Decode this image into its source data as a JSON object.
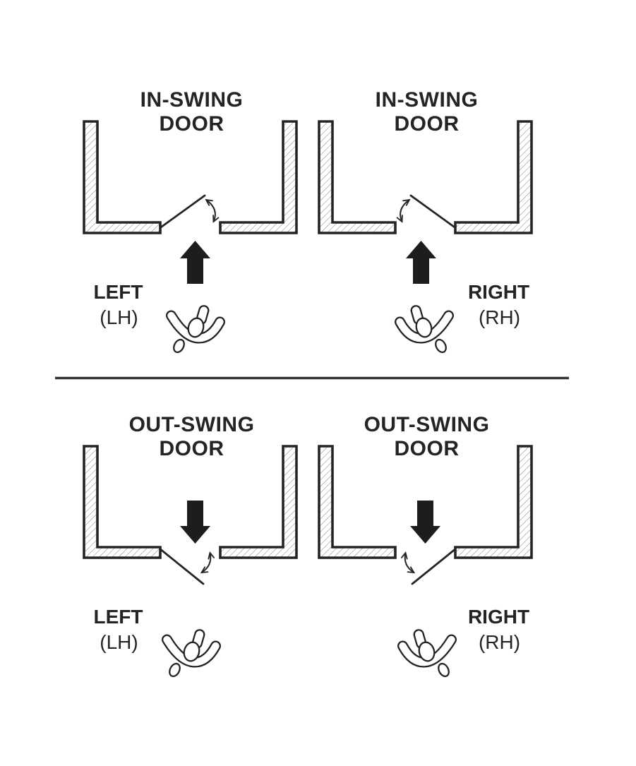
{
  "page": {
    "type": "door-handing-diagram",
    "background": "#ffffff"
  },
  "colors": {
    "ink": "#262324",
    "hatch_line": "#818181",
    "divider": "#333333",
    "arrow_fill": "#1d1d1d"
  },
  "panels": [
    {
      "id": "in-swing-left",
      "title_line1": "IN-SWING",
      "title_line2": "DOOR",
      "hand_label": "LEFT",
      "hand_abbr": "(LH)",
      "swing": "in",
      "hinge_side": "left",
      "approach_arrow": "up"
    },
    {
      "id": "in-swing-right",
      "title_line1": "IN-SWING",
      "title_line2": "DOOR",
      "hand_label": "RIGHT",
      "hand_abbr": "(RH)",
      "swing": "in",
      "hinge_side": "right",
      "approach_arrow": "up"
    },
    {
      "id": "out-swing-left",
      "title_line1": "OUT-SWING",
      "title_line2": "DOOR",
      "hand_label": "LEFT",
      "hand_abbr": "(LH)",
      "swing": "out",
      "hinge_side": "left",
      "approach_arrow": "down"
    },
    {
      "id": "out-swing-right",
      "title_line1": "OUT-SWING",
      "title_line2": "DOOR",
      "hand_label": "RIGHT",
      "hand_abbr": "(RH)",
      "swing": "out",
      "hinge_side": "right",
      "approach_arrow": "down"
    }
  ],
  "icons": {
    "direction_arrow": "solid block arrow showing approach direction",
    "swing_arc": "double-headed curved arrow showing door swing path",
    "person_top_view": "overhead outline of a person with arms extended",
    "wall": "L-shaped wall section with diagonal hatching",
    "door_leaf": "angled line representing the open door"
  }
}
